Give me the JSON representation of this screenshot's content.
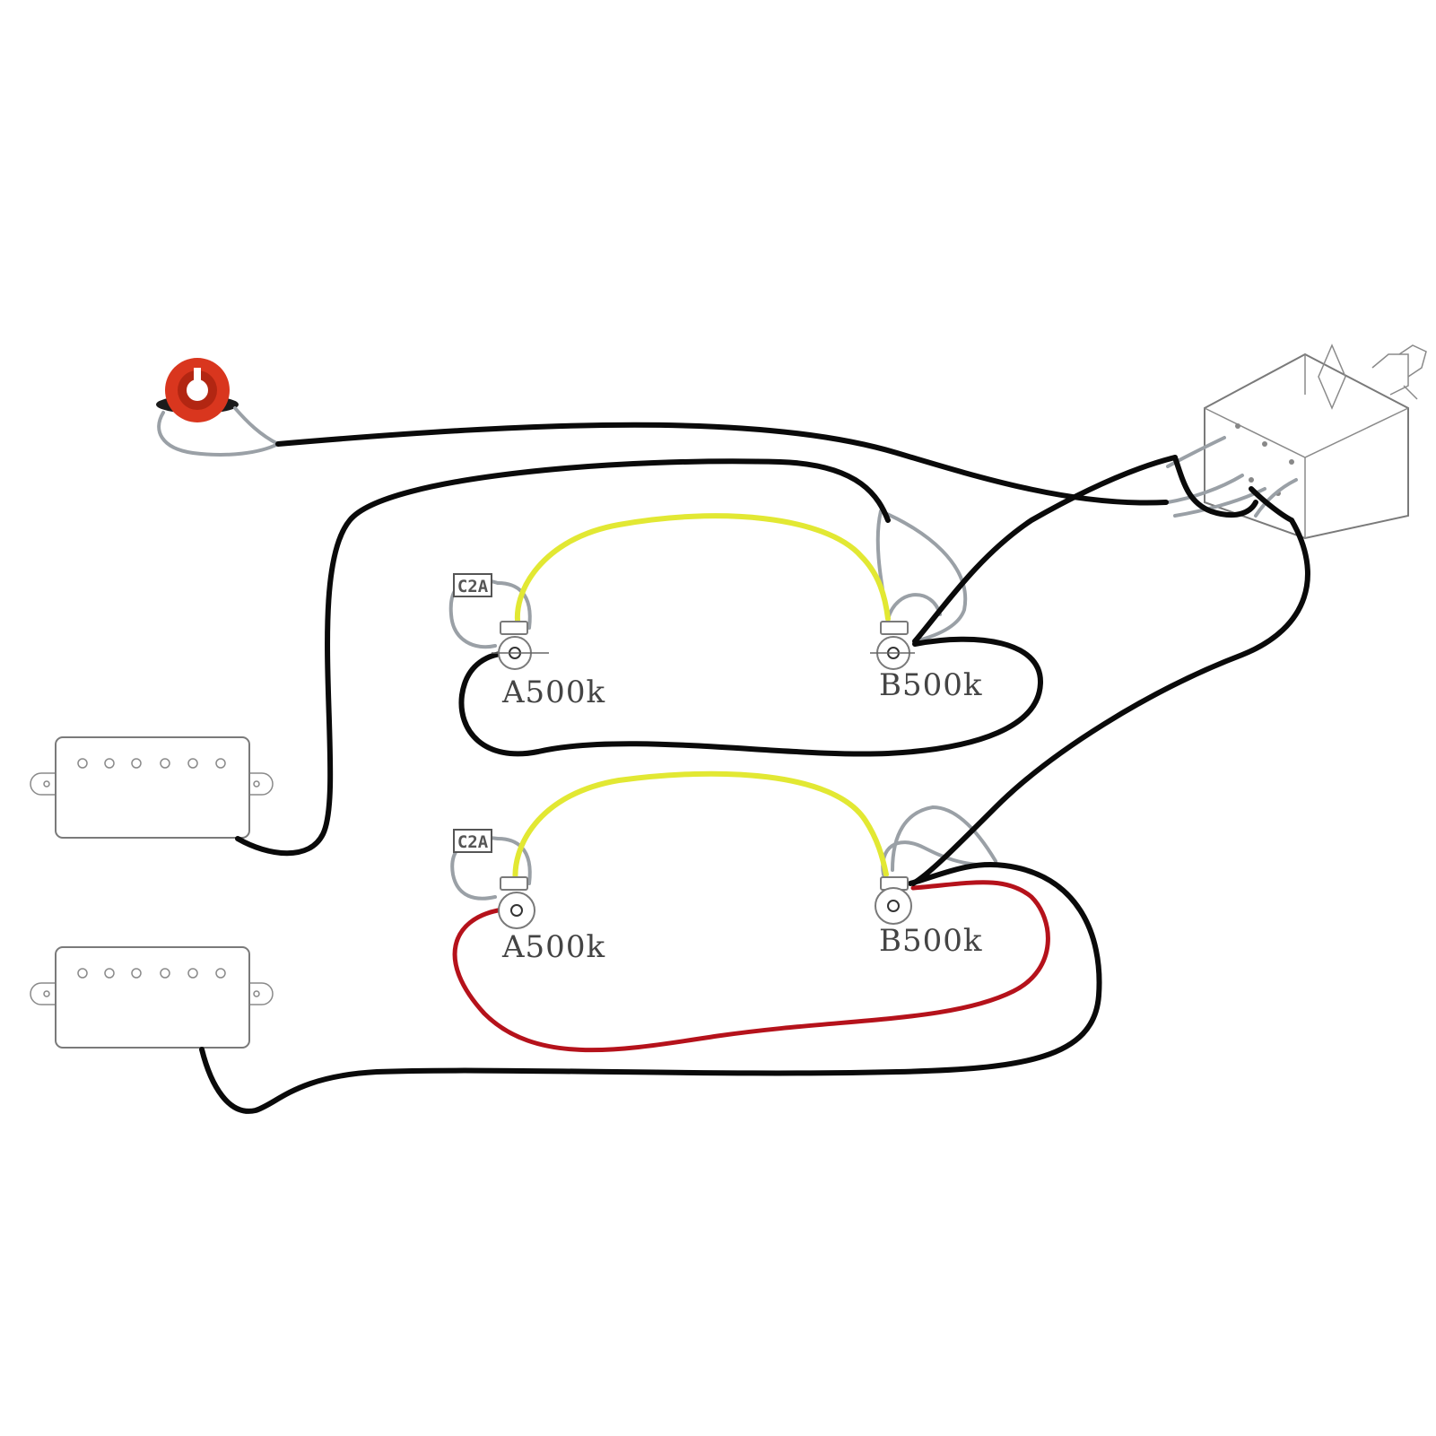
{
  "components": {
    "bridge_volume_pot": {
      "label": "A500k"
    },
    "bridge_tone_pot": {
      "label": "B500k"
    },
    "neck_volume_pot": {
      "label": "A500k"
    },
    "neck_tone_pot": {
      "label": "B500k"
    },
    "bridge_capacitor": {
      "label": "C2A"
    },
    "neck_capacitor": {
      "label": "C2A"
    }
  },
  "colors": {
    "ground_wire": "#0a0a0a",
    "signal_wire": "#9aa0a6",
    "tone_jumper": "#e2e833",
    "neck_loop": "#b5121b",
    "jack_accent": "#d9361e"
  }
}
